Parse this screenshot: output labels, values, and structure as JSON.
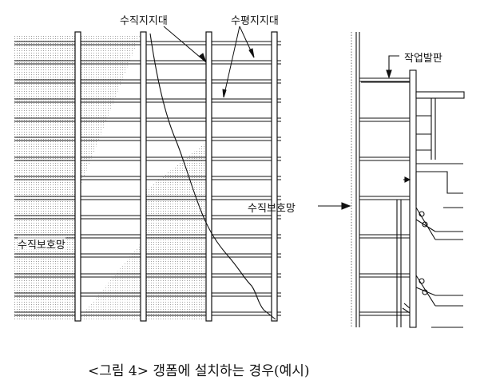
{
  "diagram": {
    "labels": {
      "vertical_support": "수직지지대",
      "horizontal_support": "수평지지대",
      "work_platform": "작업발판",
      "vertical_net_side": "수직보호망",
      "vertical_net_front": "수직보호망"
    },
    "caption": "<그림 4>  갱폼에 설치하는 경우(예시)",
    "colors": {
      "line": "#111111",
      "net_dots": "#9a9a9a"
    }
  }
}
